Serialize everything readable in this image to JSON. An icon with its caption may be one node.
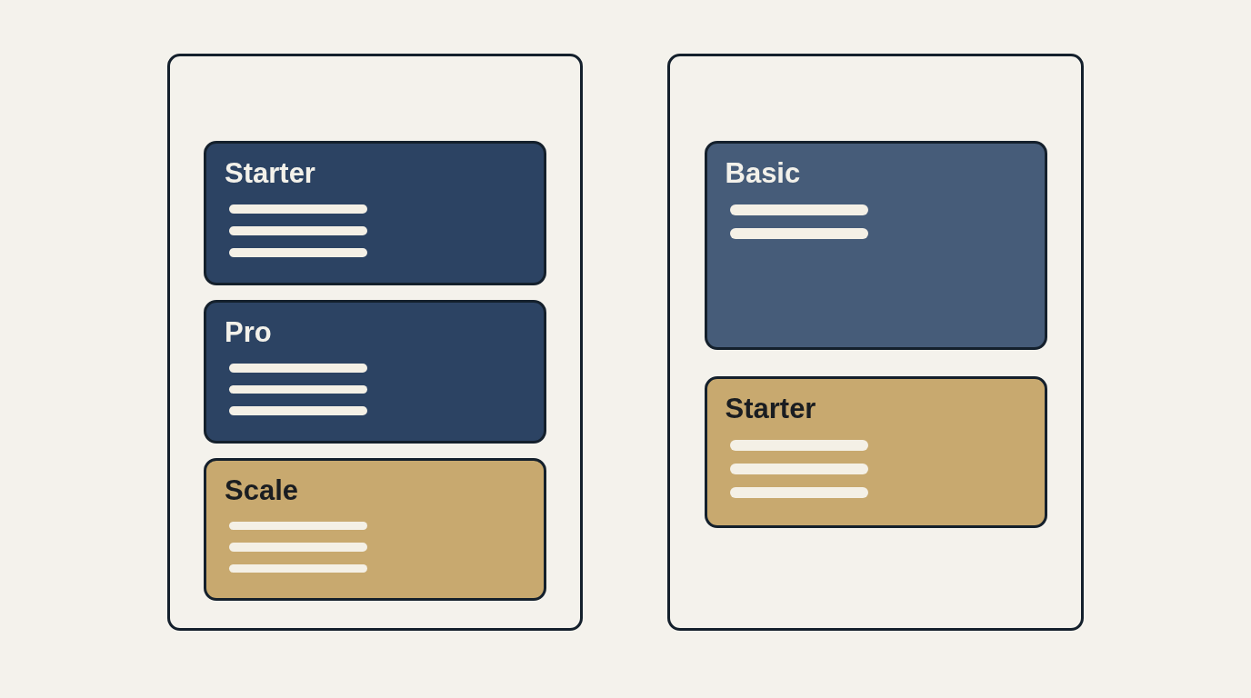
{
  "diagram": {
    "nodes": [
      {
        "text": [],
        "shape": "box"
      },
      {
        "text": [
          "Starter"
        ],
        "in": 0
      },
      {
        "text": [
          "Pro"
        ],
        "in": 0
      },
      {
        "text": [
          "Scale"
        ],
        "in": 0
      },
      {
        "text": [],
        "shape": "box"
      },
      {
        "text": [
          "Basic"
        ],
        "in": 4
      },
      {
        "text": [
          "Starter"
        ],
        "in": 4
      }
    ]
  }
}
